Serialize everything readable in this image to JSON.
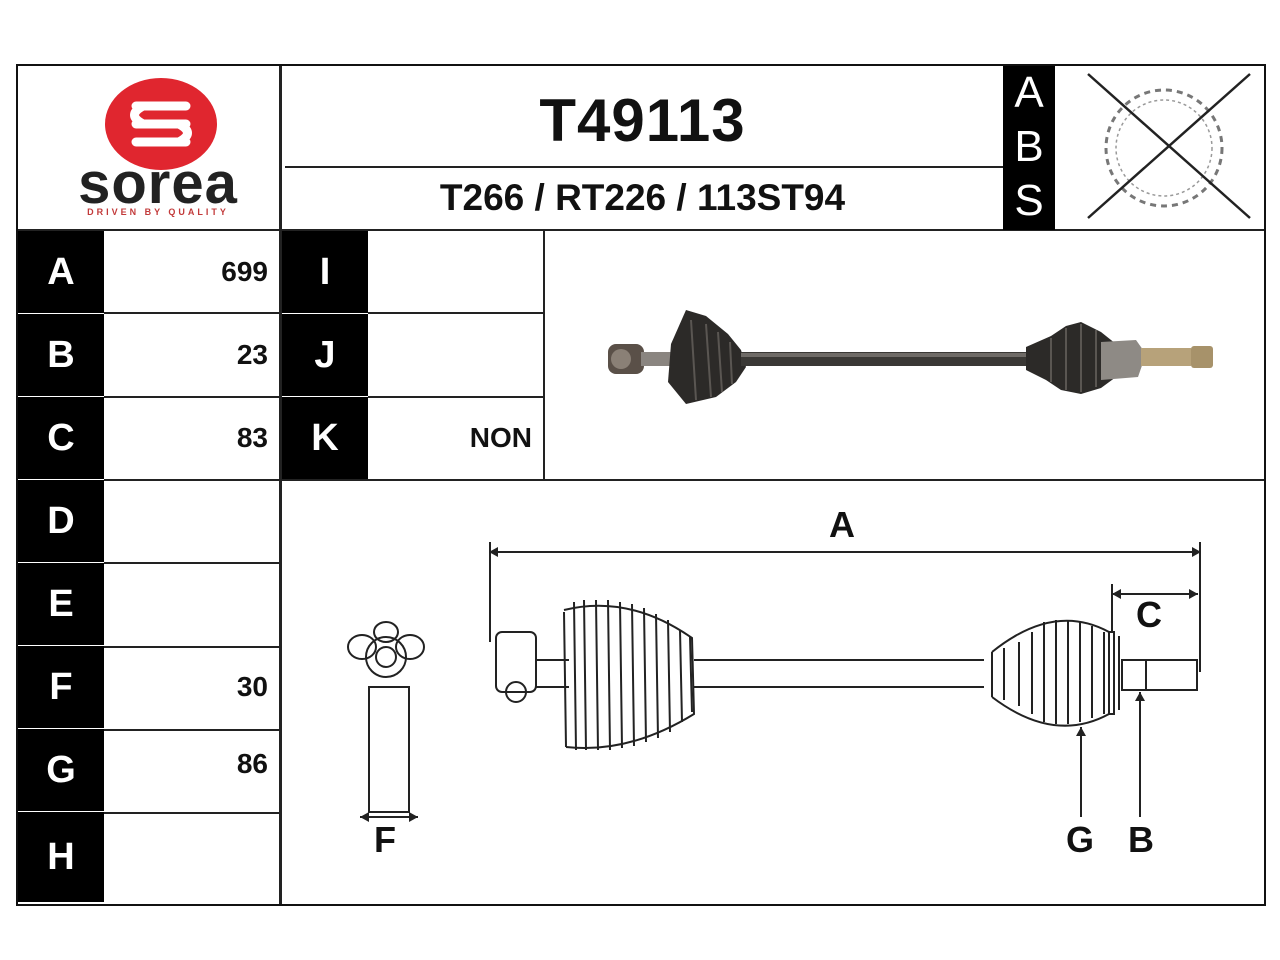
{
  "brand": {
    "name": "sorea",
    "tagline": "DRIVEN BY QUALITY",
    "color": "#e0262f"
  },
  "header": {
    "part_number": "T49113",
    "cross_refs": "T266 / RT226 / 113ST94"
  },
  "abs": {
    "letters": [
      "A",
      "B",
      "S"
    ],
    "symbol": "abs-ring-crossed"
  },
  "specs_left": [
    {
      "label": "A",
      "value": "699"
    },
    {
      "label": "B",
      "value": "23"
    },
    {
      "label": "C",
      "value": "83"
    },
    {
      "label": "D",
      "value": ""
    },
    {
      "label": "E",
      "value": ""
    },
    {
      "label": "F",
      "value": "30"
    },
    {
      "label": "G",
      "value": "86"
    },
    {
      "label": "H",
      "value": ""
    }
  ],
  "specs_mid": [
    {
      "label": "I",
      "value": ""
    },
    {
      "label": "J",
      "value": ""
    },
    {
      "label": "K",
      "value": "NON"
    }
  ],
  "diagram": {
    "labels": {
      "A": "A",
      "B": "B",
      "C": "C",
      "F": "F",
      "G": "G"
    }
  }
}
